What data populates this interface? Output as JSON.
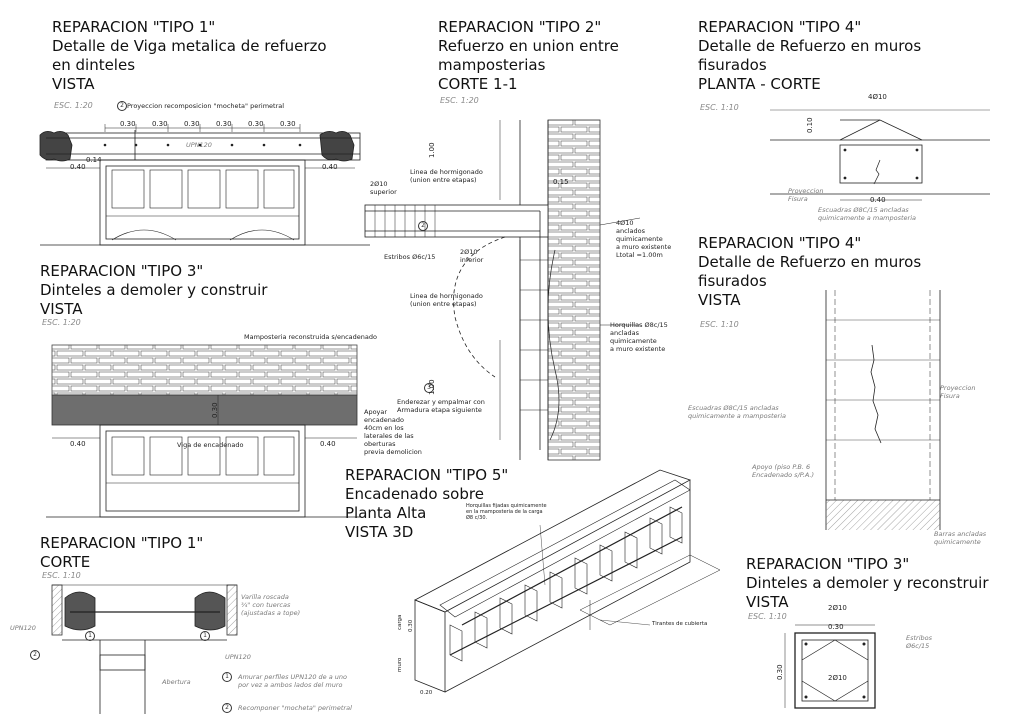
{
  "titles": {
    "t1_vista": [
      "REPARACION \"TIPO 1\"",
      "Detalle de Viga metalica de refuerzo",
      "en dinteles",
      "VISTA"
    ],
    "t2": [
      "REPARACION \"TIPO 2\"",
      "Refuerzo en union entre",
      "mamposterias",
      "CORTE 1-1"
    ],
    "t4_planta": [
      "REPARACION \"TIPO 4\"",
      "Detalle de Refuerzo en muros",
      "fisurados",
      "PLANTA - CORTE"
    ],
    "t3_vista": [
      "REPARACION \"TIPO 3\"",
      "Dinteles a demoler y construir",
      "VISTA"
    ],
    "t4_vista": [
      "REPARACION \"TIPO 4\"",
      "Detalle de Refuerzo en muros",
      "fisurados",
      "VISTA"
    ],
    "t5": [
      "REPARACION \"TIPO 5\"",
      "Encadenado sobre",
      "Planta Alta",
      "VISTA 3D"
    ],
    "t1_corte": [
      "REPARACION \"TIPO 1\"",
      "CORTE"
    ],
    "t3_corte": [
      "REPARACION \"TIPO 3\"",
      "Dinteles a demoler y reconstruir",
      "VISTA"
    ]
  },
  "scales": {
    "t1_vista": "ESC. 1:20",
    "t2": "ESC. 1:20",
    "t4_planta": "ESC. 1:10",
    "t3_vista": "ESC. 1:20",
    "t4_vista": "ESC. 1:10",
    "t1_corte": "ESC. 1:10",
    "t3_corte": "ESC. 1:10"
  },
  "notes": {
    "t1_proj": "Proyeccion recomposicion \"mocheta\" perimetral",
    "t1_upn": "UPN120",
    "t1_dims": [
      "0.30",
      "0.30",
      "0.30",
      "0.30",
      "0.30",
      "0.30"
    ],
    "t1_side_left": "0.40",
    "t1_side_right": "0.40",
    "t1_small": "0.14",
    "t2_linea_1": [
      "Linea de hormigonado",
      "(union entre etapas)"
    ],
    "t2_superior": [
      "2Ø10",
      "superior"
    ],
    "t2_estribos": "Estribos Ø6c/15",
    "t2_inferior": [
      "2Ø10",
      "inferior"
    ],
    "t2_4phi": [
      "4Ø10",
      "anclados",
      "quimicamente",
      "a muro existente",
      "Ltotal =1.00m"
    ],
    "t2_linea_2": [
      "Linea de hormigonado",
      "(union entre etapas)"
    ],
    "t2_horquillas": [
      "Horquillas Ø8c/15",
      "ancladas",
      "quimicamente",
      "a muro existente"
    ],
    "t2_enderezar": [
      "Enderezar y empalmar con",
      "Armadura etapa siguiente"
    ],
    "t2_dim_015": "0.15",
    "t2_dim_100a": "1.00",
    "t2_dim_100b": "1.00",
    "t3_mamp": "Mamposteria reconstruida s/encadenado",
    "t3_viga": "Viga de encadenado",
    "t3_apoyo": [
      "Apoyar",
      "encadenado",
      "40cm en los",
      "laterales de las",
      "oberturas",
      "previa demolicion"
    ],
    "t3_dim_l": "0.40",
    "t3_dim_r": "0.40",
    "t3_dim_h": "0.30",
    "t4p_4phi": "4Ø10",
    "t4p_010": "0.10",
    "t4p_proy": [
      "Proyeccion",
      "Fisura"
    ],
    "t4p_040": "0.40",
    "t4p_escuadras": [
      "Escuadras Ø8C/15 ancladas",
      "quimicamente a mamposteria"
    ],
    "t4v_escuadras": [
      "Escuadras Ø8C/15 ancladas",
      "quimicamente a mamposteria"
    ],
    "t4v_proy": [
      "Proyeccion",
      "Fisura"
    ],
    "t4v_apoyo": [
      "Apoyo (piso P.B. 6",
      "Encadenado s/P.A.)"
    ],
    "t4v_barras": [
      "Barras ancladas",
      "quimicamente"
    ],
    "t5_horquillas": [
      "Horquillas fijadas quimicamente",
      "en la mamposteria de la carga",
      "Ø8 c/30."
    ],
    "t5_tirantes": "Tirantes de cubierta",
    "t5_carga": "carga",
    "t5_muro": "muro",
    "t5_030": "0.30",
    "t5_020": "0.20",
    "t1c_varilla": [
      "Varilla roscada",
      "¾\" con tuercas",
      "(ajustadas a tope)"
    ],
    "t1c_upn_l": "UPN120",
    "t1c_upn_r": "UPN120",
    "t1c_abertura": "Abertura",
    "t1c_n1": [
      "Amurar perfiles UPN120 de a uno",
      "por vez a ambos lados del muro"
    ],
    "t1c_n2": "Recomponer \"mocheta\" perimetral",
    "t3c_2phi_top": "2Ø10",
    "t3c_030_top": "0.30",
    "t3c_estribos": [
      "Estribos",
      "Ø6c/15"
    ],
    "t3c_030_side": "0.30",
    "t3c_2phi_bot": "2Ø10"
  },
  "callouts": {
    "c1": "1",
    "c2": "2",
    "c3": "3"
  }
}
